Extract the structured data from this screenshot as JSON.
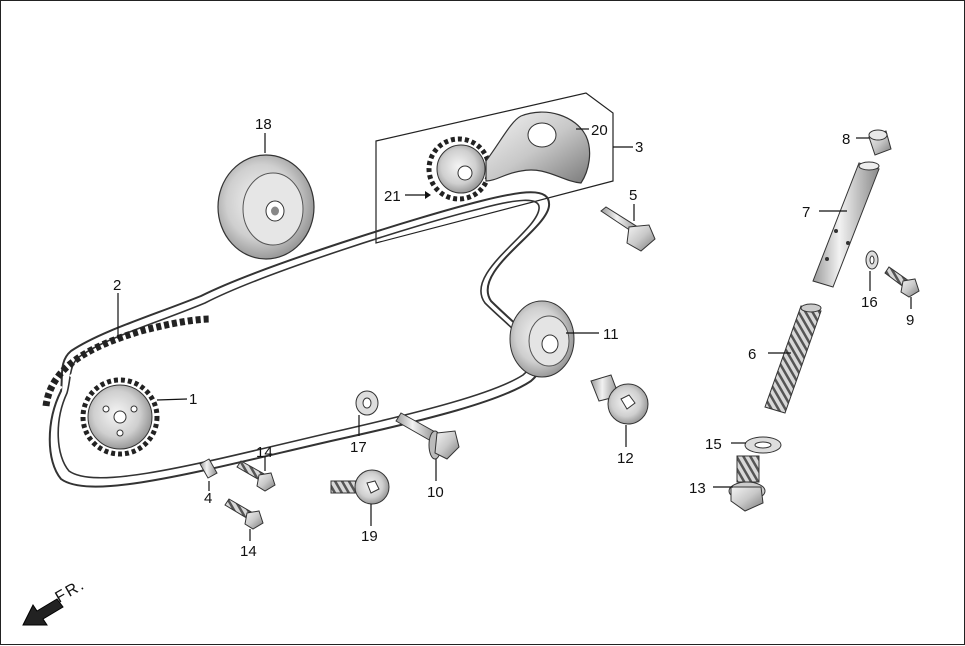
{
  "diagram": {
    "direction_label": "FR.",
    "callouts": [
      {
        "id": "c1",
        "text": "1"
      },
      {
        "id": "c2",
        "text": "2"
      },
      {
        "id": "c3",
        "text": "3"
      },
      {
        "id": "c4",
        "text": "4"
      },
      {
        "id": "c5",
        "text": "5"
      },
      {
        "id": "c6",
        "text": "6"
      },
      {
        "id": "c7",
        "text": "7"
      },
      {
        "id": "c8",
        "text": "8"
      },
      {
        "id": "c9",
        "text": "9"
      },
      {
        "id": "c10",
        "text": "10"
      },
      {
        "id": "c11",
        "text": "11"
      },
      {
        "id": "c12",
        "text": "12"
      },
      {
        "id": "c13",
        "text": "13"
      },
      {
        "id": "c14a",
        "text": "14"
      },
      {
        "id": "c14b",
        "text": "14"
      },
      {
        "id": "c15",
        "text": "15"
      },
      {
        "id": "c16",
        "text": "16"
      },
      {
        "id": "c17",
        "text": "17"
      },
      {
        "id": "c18",
        "text": "18"
      },
      {
        "id": "c19",
        "text": "19"
      },
      {
        "id": "c20",
        "text": "20"
      },
      {
        "id": "c21",
        "text": "21"
      }
    ]
  }
}
